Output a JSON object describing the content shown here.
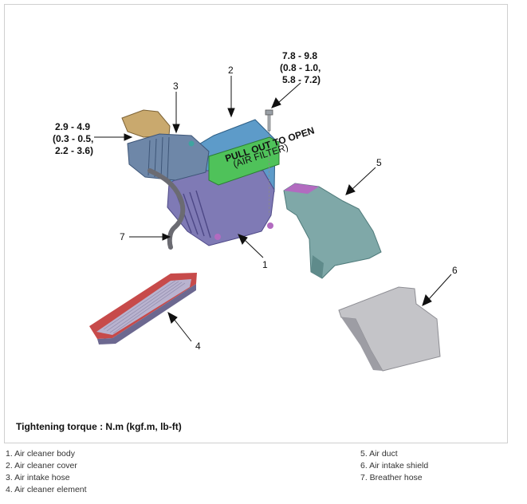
{
  "callouts": {
    "c1": "1",
    "c2": "2",
    "c3": "3",
    "c4": "4",
    "c5": "5",
    "c6": "6",
    "c7": "7"
  },
  "torque_left": [
    "2.9 - 4.9",
    "(0.3 - 0.5,",
    "2.2 - 3.6)"
  ],
  "torque_right": [
    "7.8 - 9.8",
    "(0.8 - 1.0,",
    "5.8 - 7.2)"
  ],
  "cover_text": [
    "PULL OUT TO OPEN",
    "(AIR FILTER)"
  ],
  "torque_note": "Tightening torque : N.m (kgf.m, lb-ft)",
  "legend_left": [
    "1. Air cleaner body",
    "2. Air cleaner cover",
    "3. Air intake hose",
    "4. Air cleaner element"
  ],
  "legend_right": [
    "5. Air duct",
    "6. Air intake shield",
    "7. Breather hose"
  ],
  "colors": {
    "body": "#7f7ab5",
    "cover": "#5d9bc9",
    "green": "#4fc25a",
    "hose": "#6e87a8",
    "duct": "#7fa8a8",
    "shield": "#c4c4c8",
    "element_frame": "#c74a4a",
    "element_media": "#b9b3cf"
  }
}
